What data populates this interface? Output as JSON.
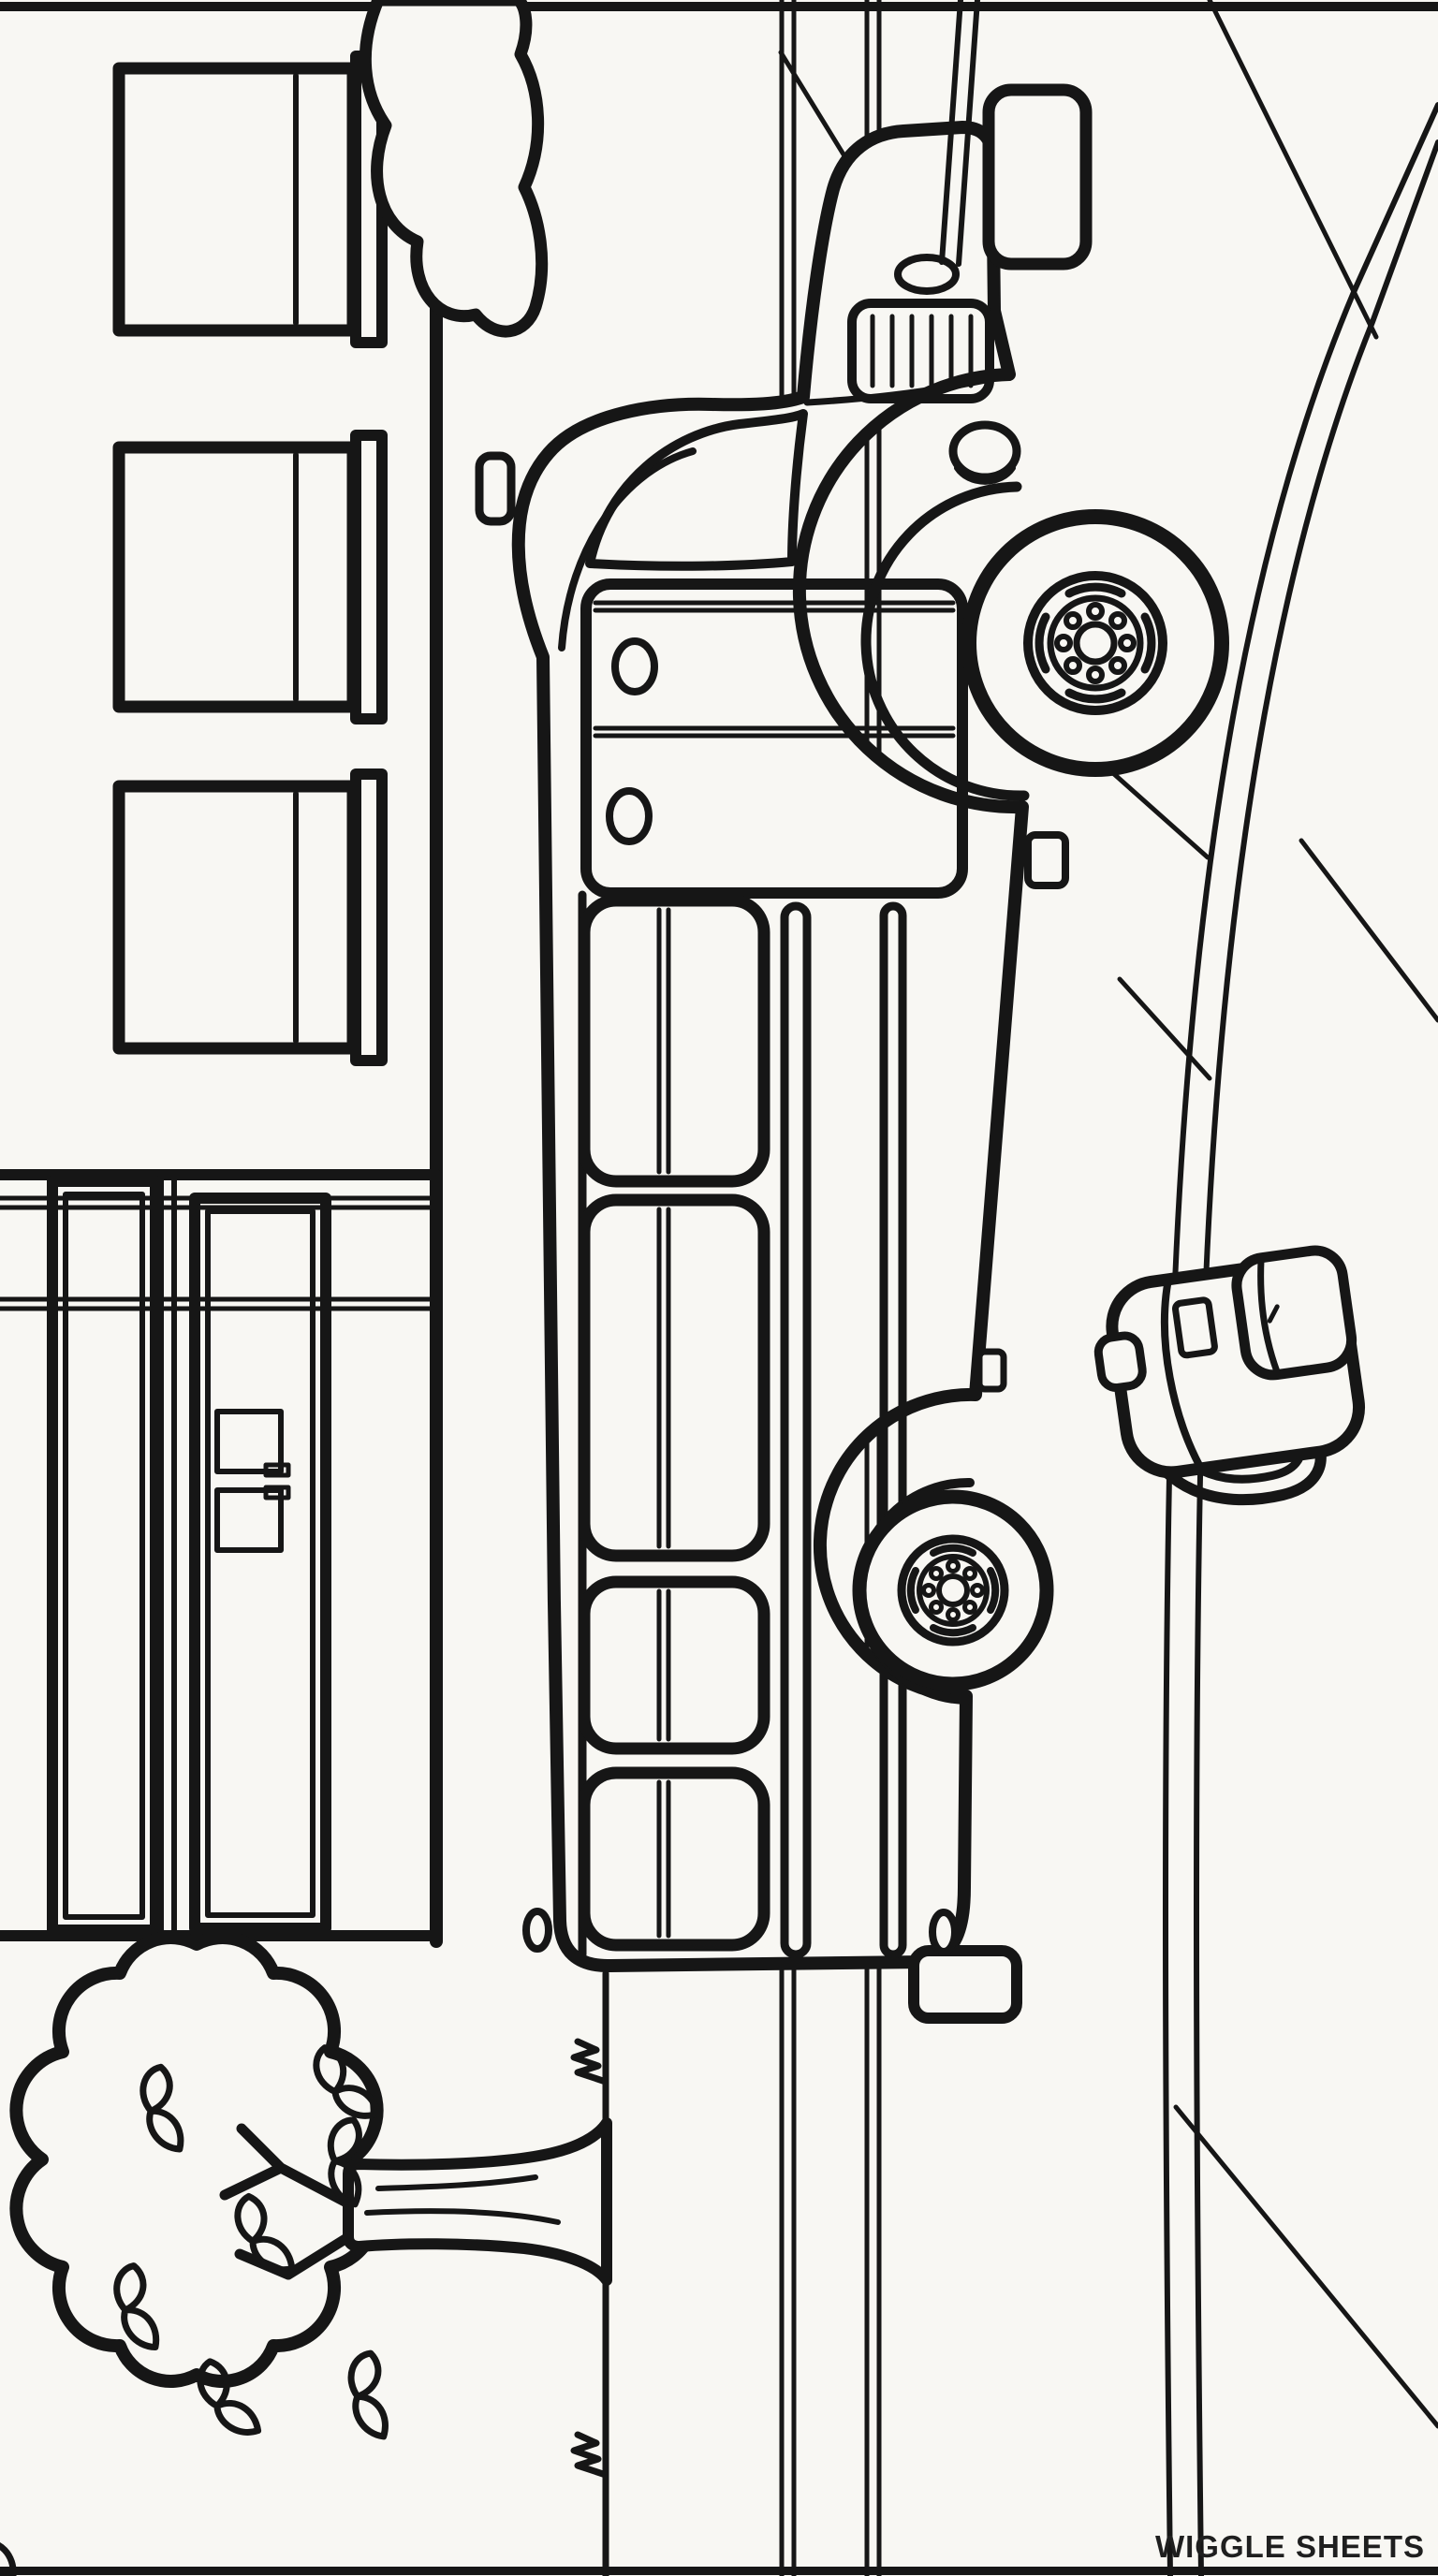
{
  "page": {
    "kind": "coloring-page",
    "subject": "school bus street scene, artwork rotated 90 degrees on a portrait sheet",
    "watermark": "WIGGLE SHEETS",
    "colors": {
      "ink": "#161616",
      "paper": "#f8f7f3"
    }
  },
  "scene": {
    "building": {
      "windows": 3,
      "storefront_panes": 2
    },
    "bus": {
      "side_windows": 4,
      "wheels": 2,
      "wheel_bolts": 8,
      "door_lights": 2,
      "rub_rails": 2
    },
    "tree": {
      "leaves": 7,
      "grass_tufts": 2
    },
    "props": [
      "backpack",
      "bush",
      "crossing-arm",
      "road-lines"
    ]
  }
}
